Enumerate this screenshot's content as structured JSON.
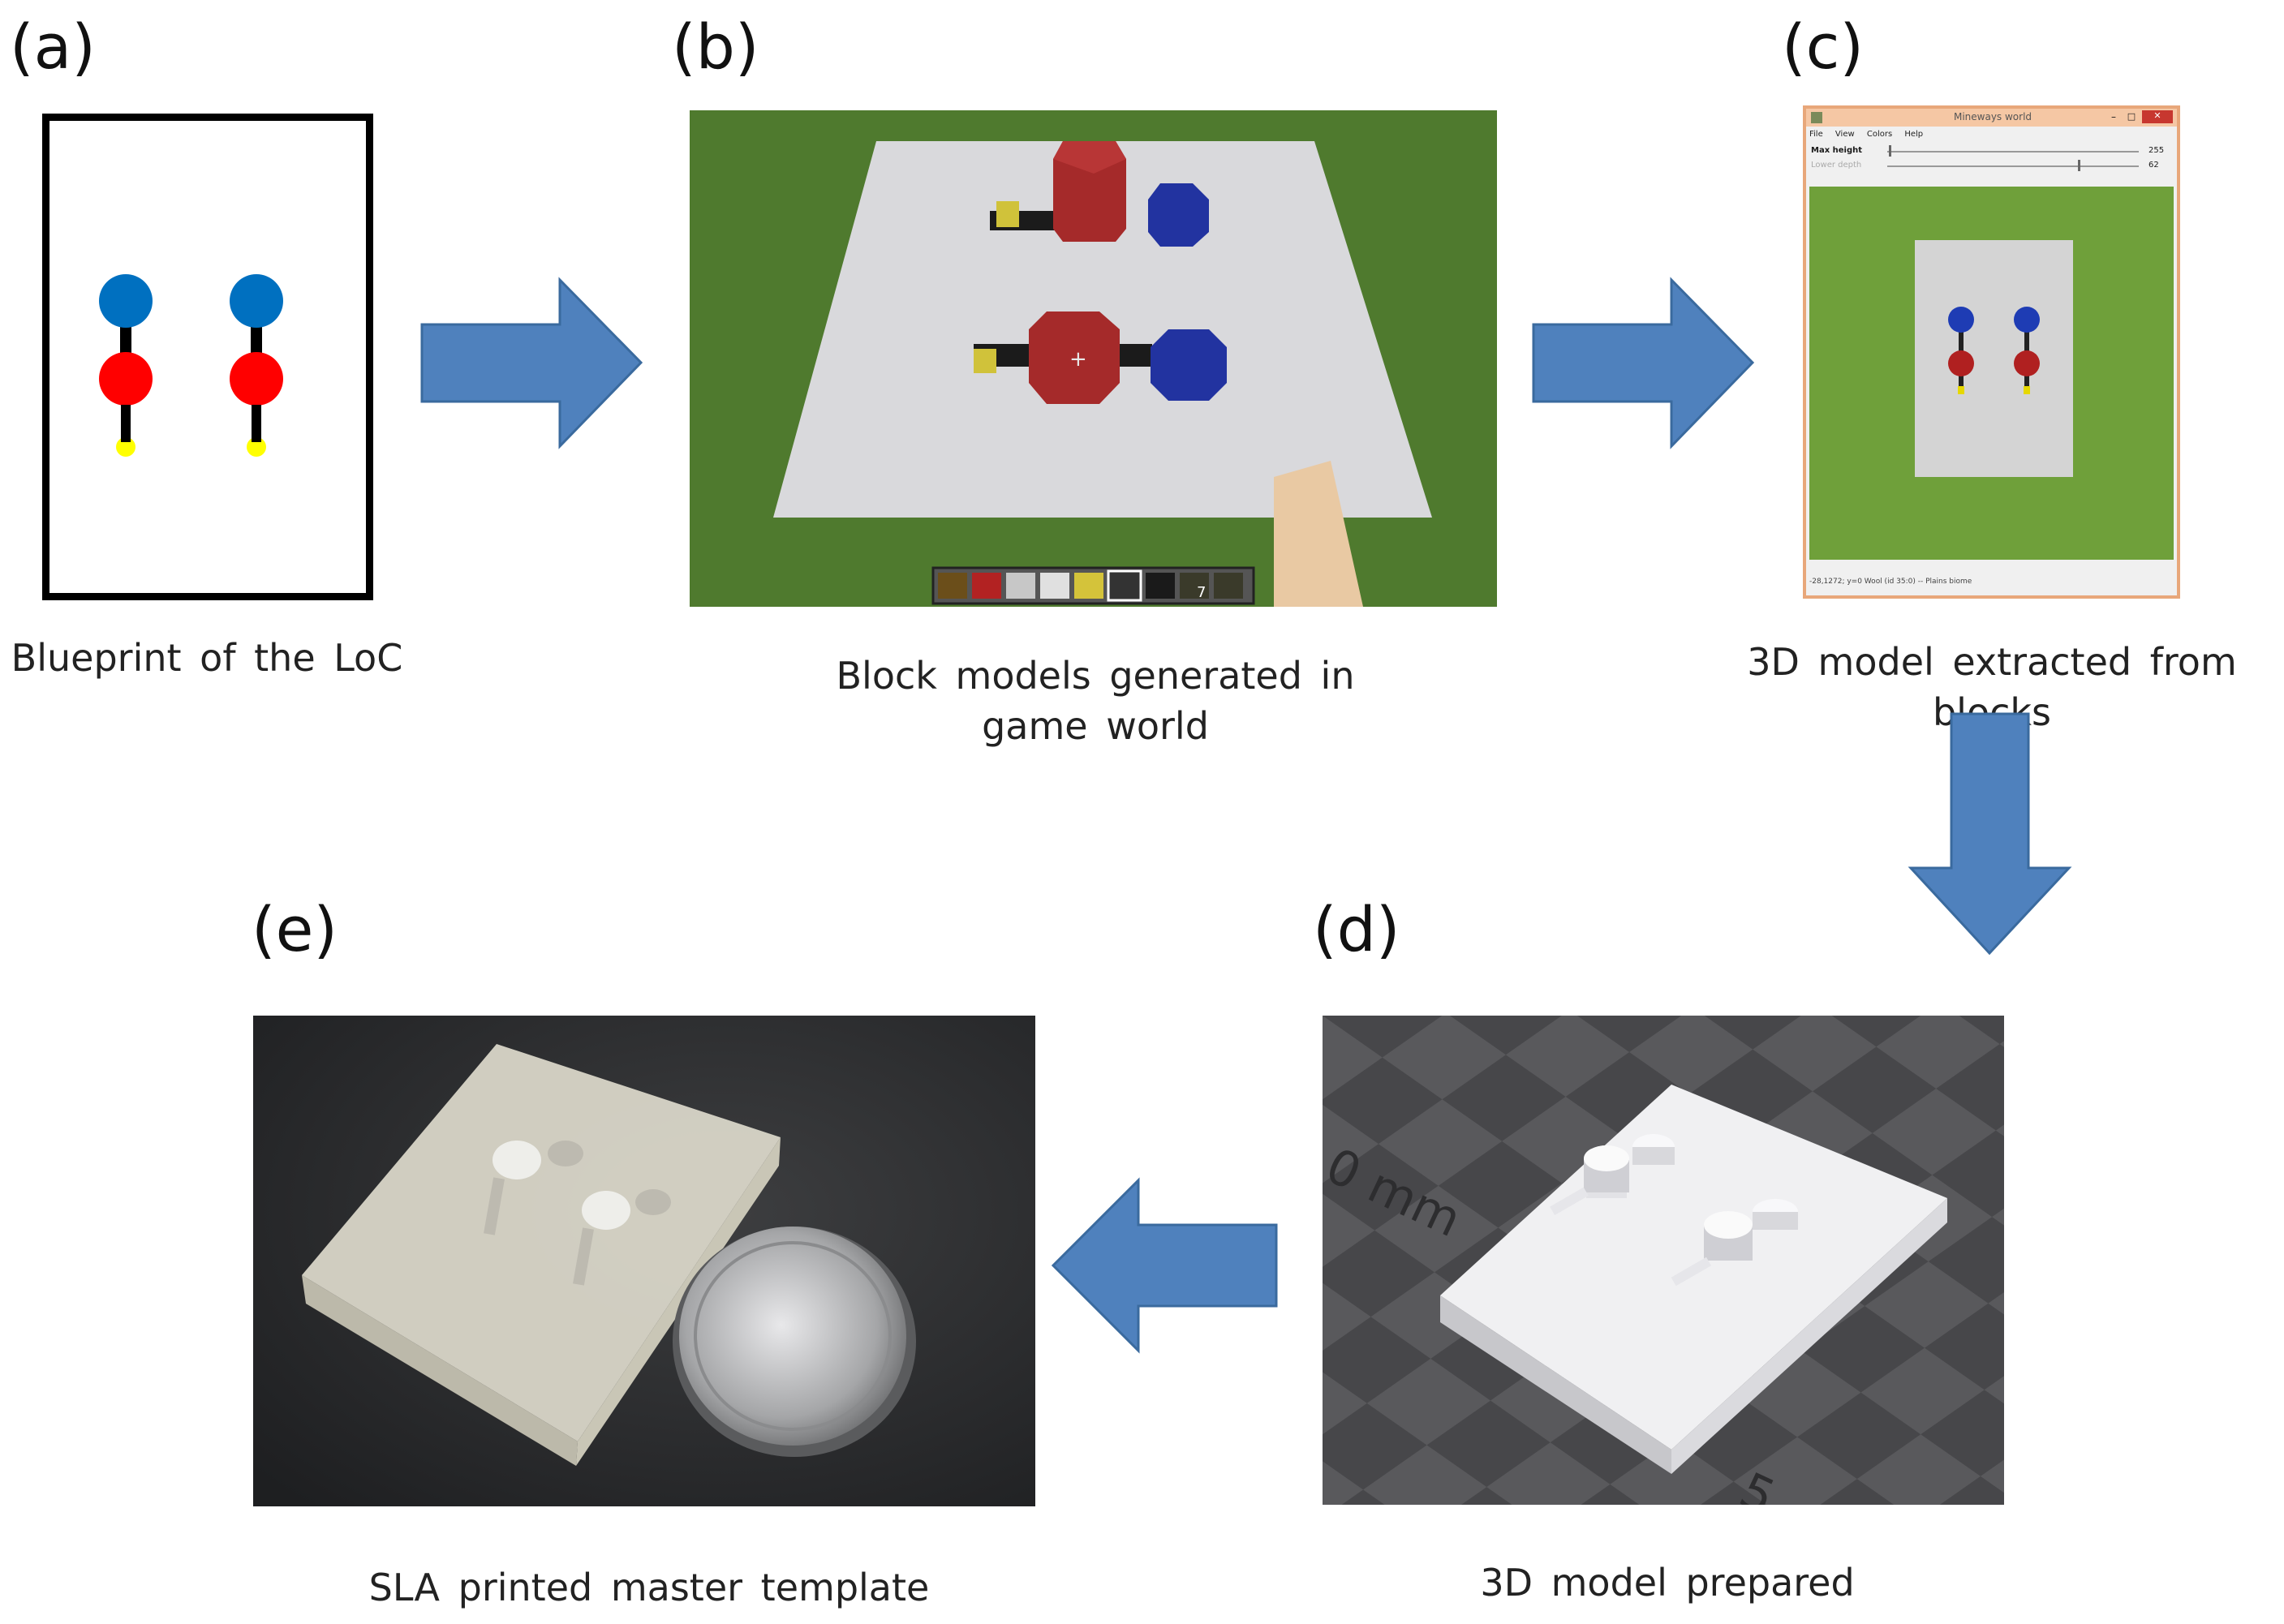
{
  "panels": {
    "a": {
      "label": "(a)",
      "caption": "Blueprint of the LoC"
    },
    "b": {
      "label": "(b)",
      "caption_line1": "Block models generated in",
      "caption_line2": "game world"
    },
    "c": {
      "label": "(c)",
      "caption": "3D model extracted from blocks"
    },
    "d": {
      "label": "(d)",
      "caption": "3D model prepared"
    },
    "e": {
      "label": "(e)",
      "caption": "SLA printed master template"
    }
  },
  "mineways_window": {
    "title": "Mineways world",
    "menu": [
      "File",
      "View",
      "Colors",
      "Help"
    ],
    "max_height_label": "Max height",
    "max_height_value": "255",
    "lower_depth_label": "Lower depth",
    "lower_depth_value": "62",
    "status_text": "-28,1272; y=0 Wool (id 35:0) -- Plains biome"
  },
  "hotbar_count": "7",
  "viewport_scale_text": "0 mm",
  "viewport_scale_text_2": "5",
  "colors": {
    "arrow_fill": "#4f81bd",
    "arrow_stroke": "#3a6a9e",
    "blueprint_blue": "#0070c0",
    "blueprint_red": "#ff0000",
    "blueprint_yellow": "#ffff00",
    "grass": "#4f7a2e",
    "block_red": "#9e2b2b",
    "block_blue": "#2233a0"
  }
}
